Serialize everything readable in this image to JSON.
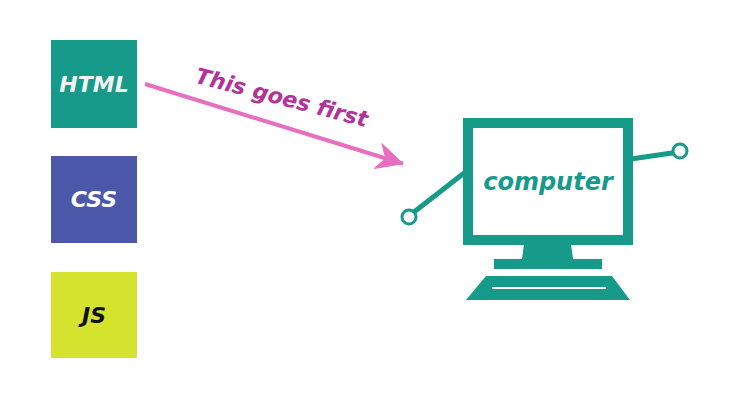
{
  "diagram": {
    "nodes": [
      {
        "text": [
          "HTML"
        ]
      },
      {
        "text": [
          "CSS"
        ]
      },
      {
        "text": [
          "JS"
        ]
      },
      {
        "text": [
          "computer"
        ]
      }
    ],
    "edges": [
      {
        "from": 0,
        "to": 3,
        "arrow": "to",
        "label": "This goes first"
      }
    ]
  }
}
